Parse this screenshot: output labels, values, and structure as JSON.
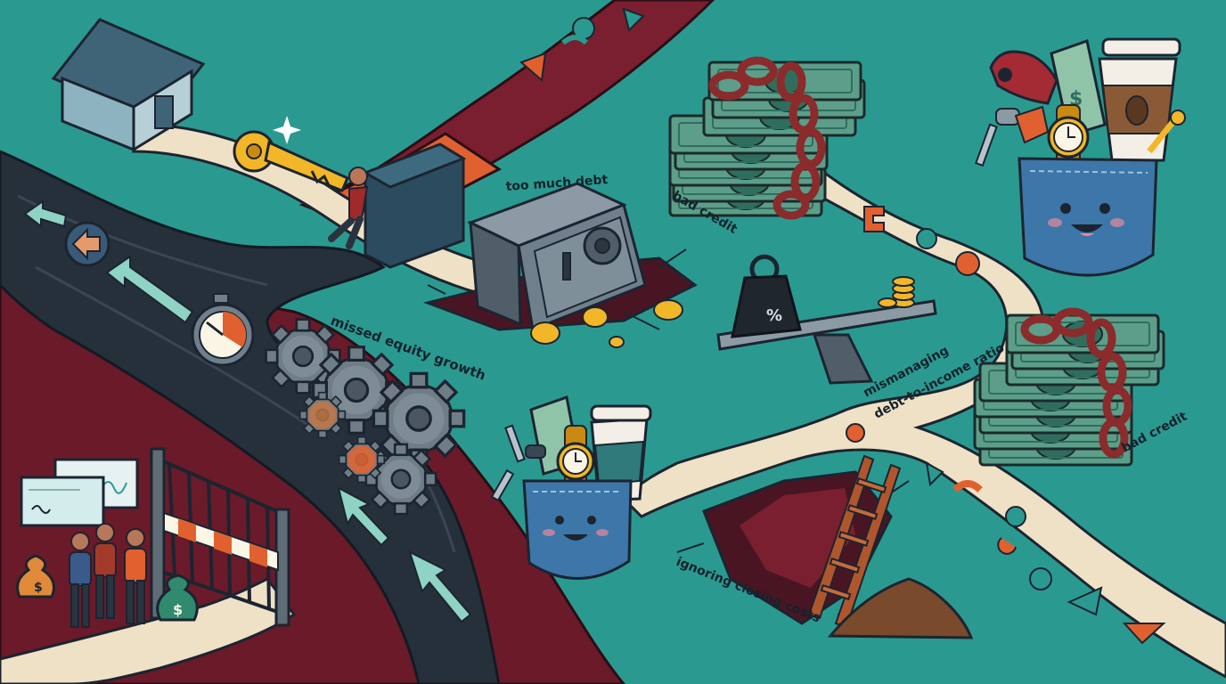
{
  "labels": {
    "too_much_debt": "too much debt",
    "bad_credit_top": "bad credit",
    "missed_equity_growth": "missed equity growth",
    "mismanaging_line1": "mismanaging",
    "mismanaging_line2": "debt-to-income ratio",
    "bad_credit_right": "bad credit",
    "ignoring_closing_costs": "ignoring closing costs"
  },
  "symbols": {
    "dollar": "$",
    "weight_mark": "%"
  },
  "colors": {
    "background": "#2a9a91",
    "dark_road": "#26303b",
    "maroon": "#6b1a2a",
    "cream_path": "#efe1c5",
    "orange": "#e0612f",
    "cash_green": "#4d8f7c",
    "chain": "#8b2b2b",
    "pocket_blue": "#3d76a8",
    "gold": "#f2b728",
    "teal_arrow": "#8fd3c4"
  },
  "icons": [
    "house-icon",
    "key-icon",
    "safe-icon",
    "gear-icon",
    "stopwatch-icon",
    "cash-stack-icon",
    "chain-icon",
    "pocket-icon",
    "coffee-cup-icon",
    "watch-icon",
    "car-icon",
    "weight-icon",
    "seesaw-icon",
    "ladder-icon",
    "gate-icon",
    "money-bag-icon",
    "check-icon",
    "arrow-icon"
  ]
}
